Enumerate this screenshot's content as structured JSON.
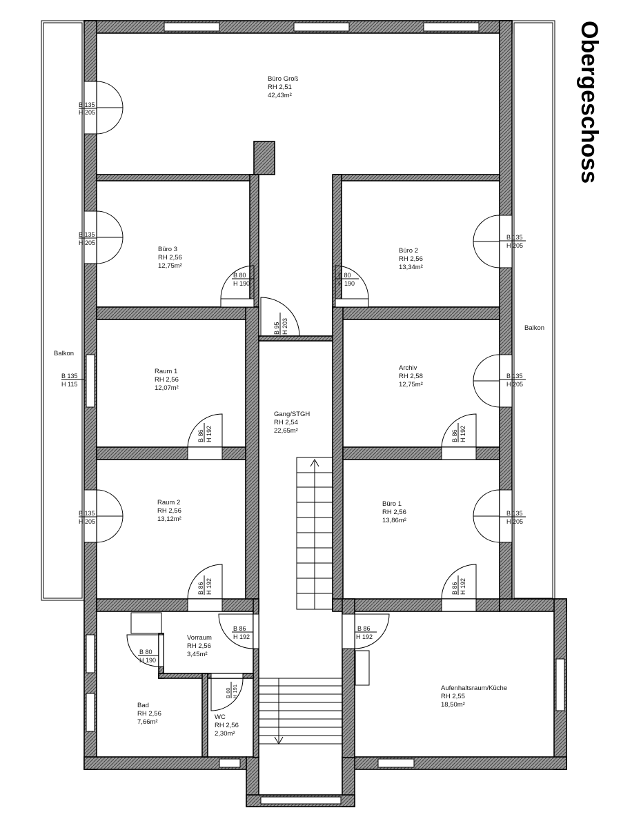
{
  "title": "Obergeschoss",
  "rooms": {
    "buero_gross": {
      "name": "Büro Groß",
      "rh": "RH 2,51",
      "area": "42,43m²"
    },
    "buero_3": {
      "name": "Büro 3",
      "rh": "RH 2,56",
      "area": "12,75m²"
    },
    "buero_2": {
      "name": "Büro 2",
      "rh": "RH 2,56",
      "area": "13,34m²"
    },
    "raum_1": {
      "name": "Raum 1",
      "rh": "RH 2,56",
      "area": "12,07m²"
    },
    "archiv": {
      "name": "Archiv",
      "rh": "RH 2,58",
      "area": "12,75m²"
    },
    "gang": {
      "name": "Gang/STGH",
      "rh": "RH 2,54",
      "area": "22,65m²"
    },
    "raum_2": {
      "name": "Raum 2",
      "rh": "RH 2,56",
      "area": "13,12m²"
    },
    "buero_1": {
      "name": "Büro 1",
      "rh": "RH 2,56",
      "area": "13,86m²"
    },
    "vorraum": {
      "name": "Vorraum",
      "rh": "RH 2,56",
      "area": "3,45m²"
    },
    "bad": {
      "name": "Bad",
      "rh": "RH 2,56",
      "area": "7,66m²"
    },
    "wc": {
      "name": "WC",
      "rh": "RH 2,56",
      "area": "2,30m²"
    },
    "kueche": {
      "name": "Aufenhaltsraum/Küche",
      "rh": "RH 2,55",
      "area": "18,50m²"
    }
  },
  "balcony": {
    "left": "Balkon",
    "right": "Balkon"
  },
  "openings": {
    "b135": "B 135",
    "h205": "H 205",
    "h115": "H 115",
    "b80": "B 80",
    "h190": "H 190",
    "b86": "B 86",
    "h192": "H 192",
    "b95": "B 95",
    "h203": "H 203",
    "b60": "B 60",
    "h191": "H 191"
  }
}
